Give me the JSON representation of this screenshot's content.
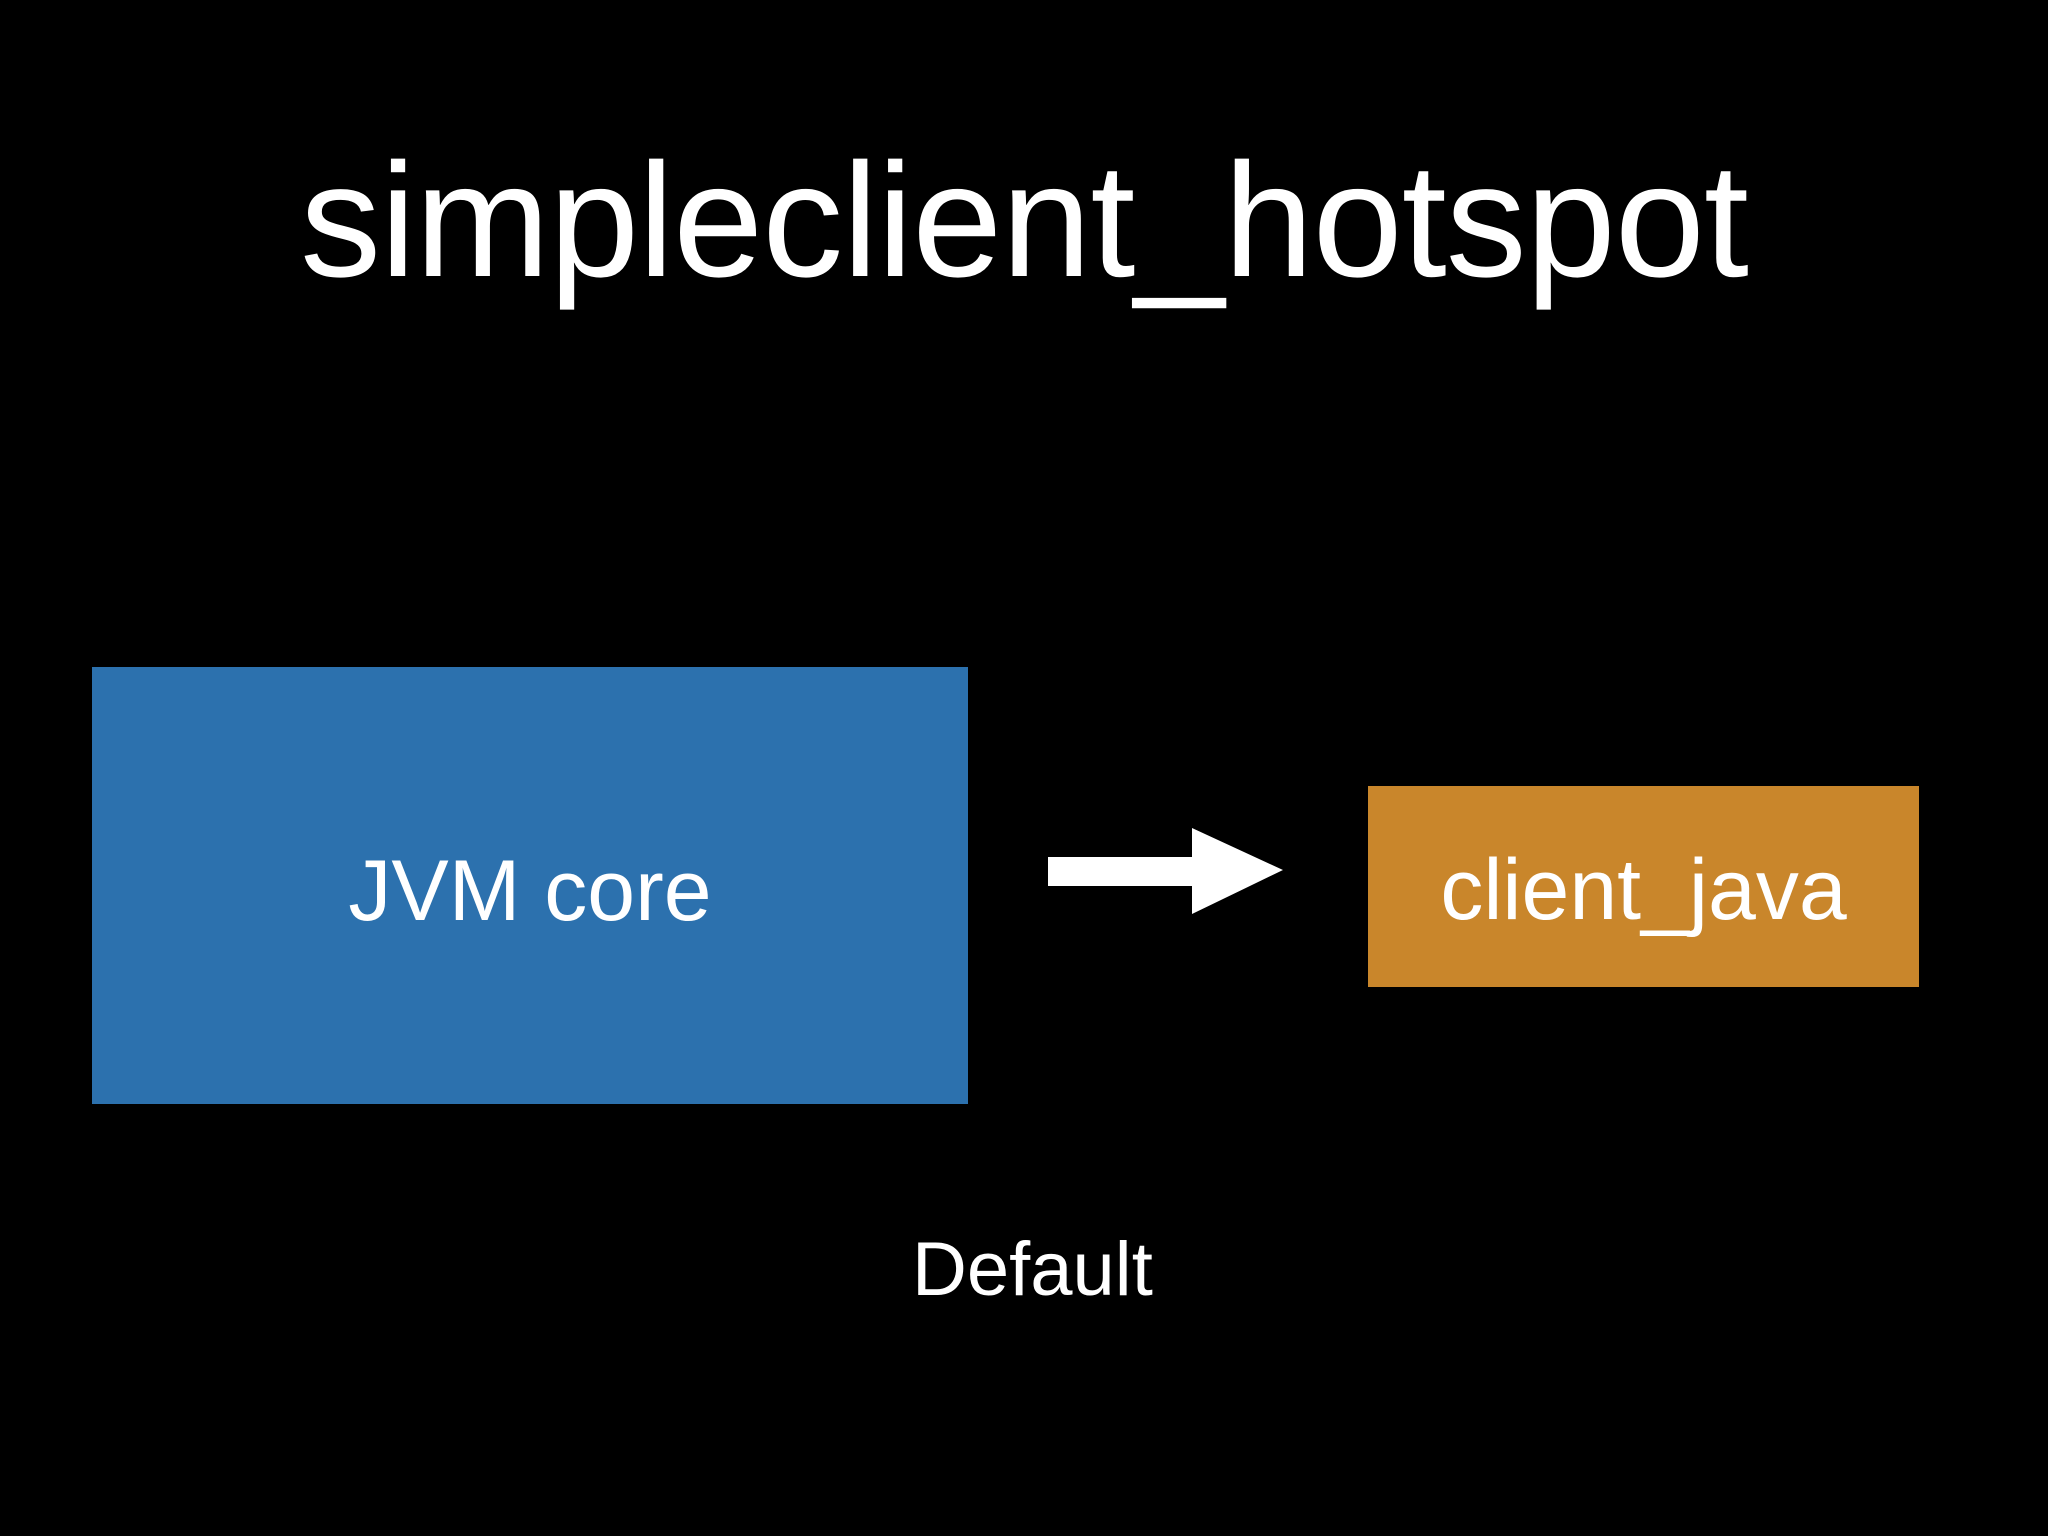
{
  "slide": {
    "title": "simpleclient_hotspot",
    "background_color": "#000000",
    "text_color": "#ffffff"
  },
  "diagram": {
    "type": "flow",
    "nodes": [
      {
        "id": "jvm-core",
        "label": "JVM core",
        "fill_color": "#2C71AE",
        "text_color": "#ffffff"
      },
      {
        "id": "client-java",
        "label": "client_java",
        "fill_color": "#C9862B",
        "text_color": "#ffffff"
      }
    ],
    "edges": [
      {
        "id": "jvm-to-client",
        "from": "jvm-core",
        "to": "client-java",
        "label": "Default",
        "style": "solid-arrow",
        "color": "#ffffff"
      }
    ],
    "caption": "Default"
  }
}
